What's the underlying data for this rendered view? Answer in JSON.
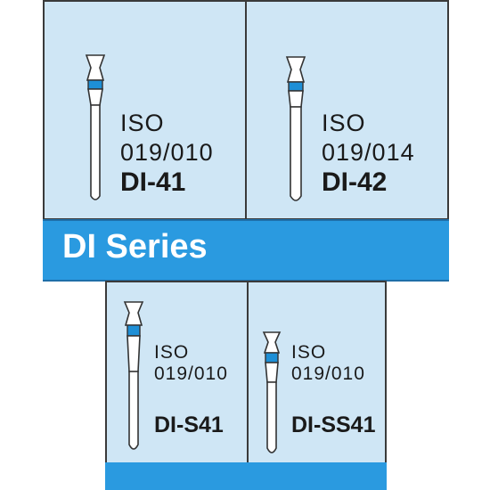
{
  "series_title": "DI Series",
  "colors": {
    "panel_bg": "#cfe6f5",
    "band": "#2a9ae0",
    "border": "#3a3a3a",
    "bur_band": "#1e8fd6",
    "bur_metal": "#ffffff"
  },
  "products": [
    {
      "iso_label": "ISO",
      "iso_code": "019/010",
      "name": "DI-41",
      "icon": "dental-bur-icon"
    },
    {
      "iso_label": "ISO",
      "iso_code": "019/014",
      "name": "DI-42",
      "icon": "dental-bur-icon"
    },
    {
      "iso_label": "ISO",
      "iso_code": "019/010",
      "name": "DI-S41",
      "icon": "dental-bur-icon"
    },
    {
      "iso_label": "ISO",
      "iso_code": "019/010",
      "name": "DI-SS41",
      "icon": "dental-bur-icon"
    }
  ]
}
